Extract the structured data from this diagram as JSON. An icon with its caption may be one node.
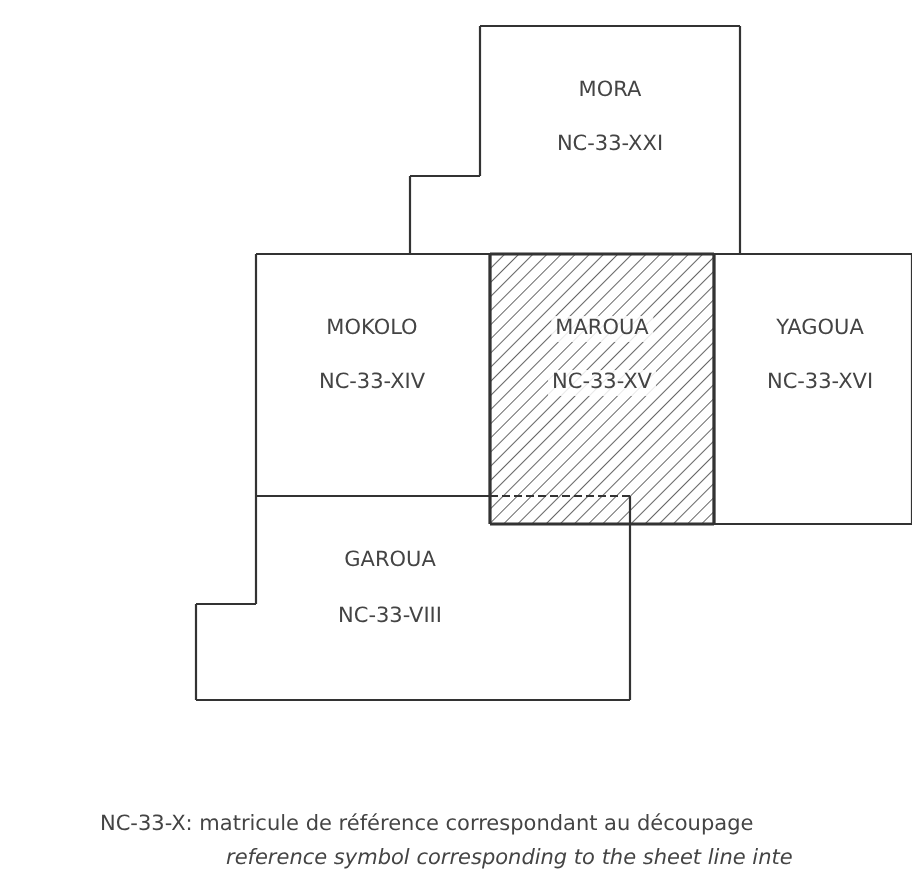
{
  "diagram": {
    "nodes": [
      {
        "text": [
          "MORA",
          "NC-33-XXI"
        ]
      },
      {
        "text": [
          "MOKOLO",
          "NC-33-XIV"
        ]
      },
      {
        "text": [
          "MAROUA",
          "NC-33-XV"
        ]
      },
      {
        "text": [
          "YAGOUA",
          "NC-33-XVI"
        ]
      },
      {
        "text": [
          "GAROUA",
          "NC-33-VIII"
        ]
      }
    ],
    "labels": [
      "NC-33-X: matricule de référence correspondant au découpage",
      "reference symbol corresponding to the sheet line inte"
    ]
  }
}
